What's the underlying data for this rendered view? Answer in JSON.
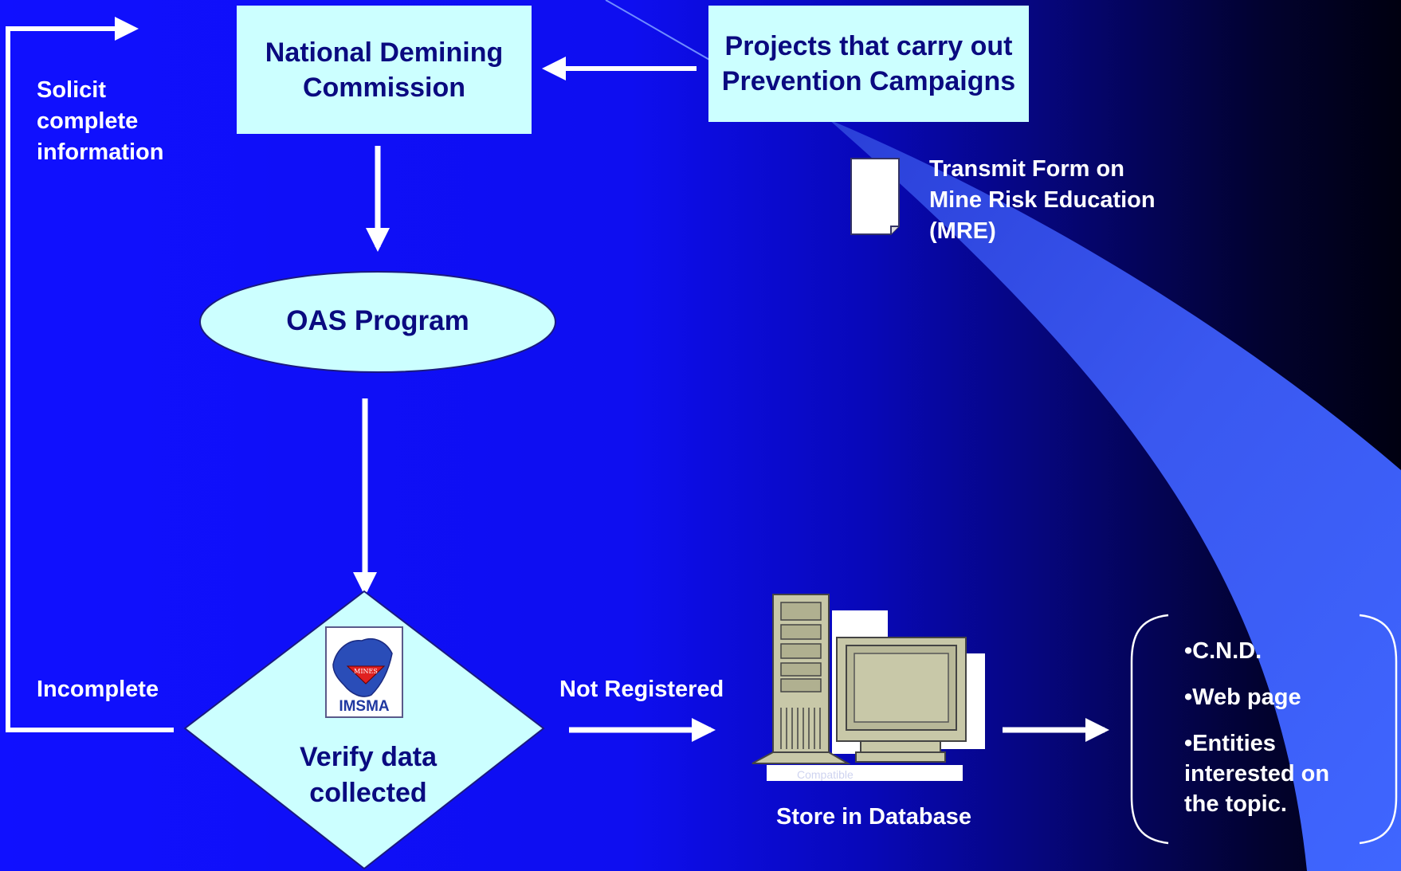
{
  "nodes": {
    "national_demining_commission": "National Demining Commission",
    "prevention_projects": "Projects that carry out Prevention Campaigns",
    "oas_program": "OAS Program",
    "verify_data": "Verify data collected",
    "store_database": "Store in Database"
  },
  "labels": {
    "solicit": "Solicit complete information",
    "transmit_form": "Transmit Form on Mine Risk Education (MRE)",
    "incomplete": "Incomplete",
    "not_registered": "Not Registered"
  },
  "logo": {
    "banner": "MINES",
    "caption": "IMSMA"
  },
  "monitor_caption": "Compatible",
  "recipients": [
    "•C.N.D.",
    "•Web page",
    "•Entities interested on the topic."
  ],
  "colors": {
    "box_fill": "#ccffff",
    "box_text": "#0a0a80",
    "arrow": "#ffffff",
    "label_text": "#ffffff",
    "background": "#1010ff"
  }
}
